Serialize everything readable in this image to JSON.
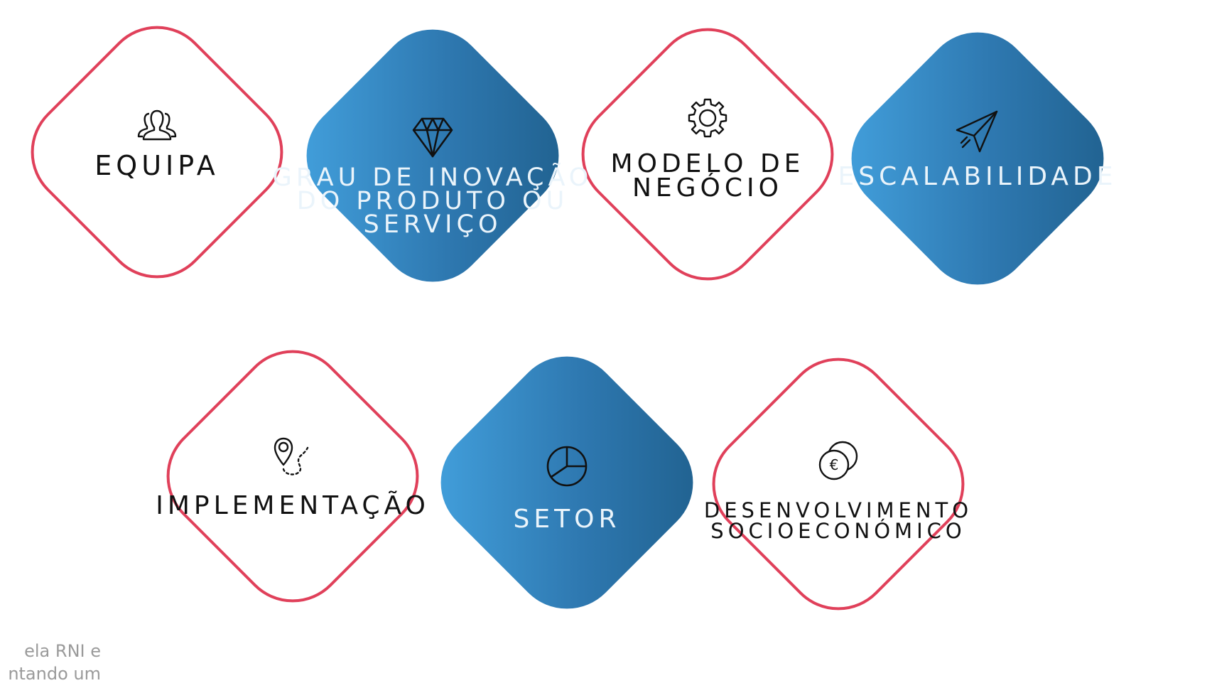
{
  "row1": [
    {
      "label_lines": [
        "EQUIPA"
      ],
      "icon": "people-icon",
      "style": "outline"
    },
    {
      "label_lines": [
        "GRAU DE INOVAÇÃO",
        "DO PRODUTO OU",
        "SERVIÇO"
      ],
      "icon": "diamond-gem-icon",
      "style": "filled"
    },
    {
      "label_lines": [
        "MODELO DE",
        "NEGÓCIO"
      ],
      "icon": "gear-icon",
      "style": "outline"
    },
    {
      "label_lines": [
        "ESCALABILIDADE"
      ],
      "icon": "paper-plane-icon",
      "style": "filled"
    }
  ],
  "row2": [
    {
      "label_lines": [
        "IMPLEMENTAÇÃO"
      ],
      "icon": "location-pin-icon",
      "style": "outline"
    },
    {
      "label_lines": [
        "SETOR"
      ],
      "icon": "pie-chart-icon",
      "style": "filled"
    },
    {
      "label_lines": [
        "DESENVOLVIMENTO",
        "SOCIOECONÓMICO"
      ],
      "icon": "euro-coins-icon",
      "style": "outline"
    }
  ],
  "footnote": {
    "line1": "ela  RNI  e",
    "line2": "ntando  um"
  },
  "colors": {
    "outline": "#e0405a",
    "gradient_start": "#44a3e0",
    "gradient_end": "#1f5f8c"
  }
}
